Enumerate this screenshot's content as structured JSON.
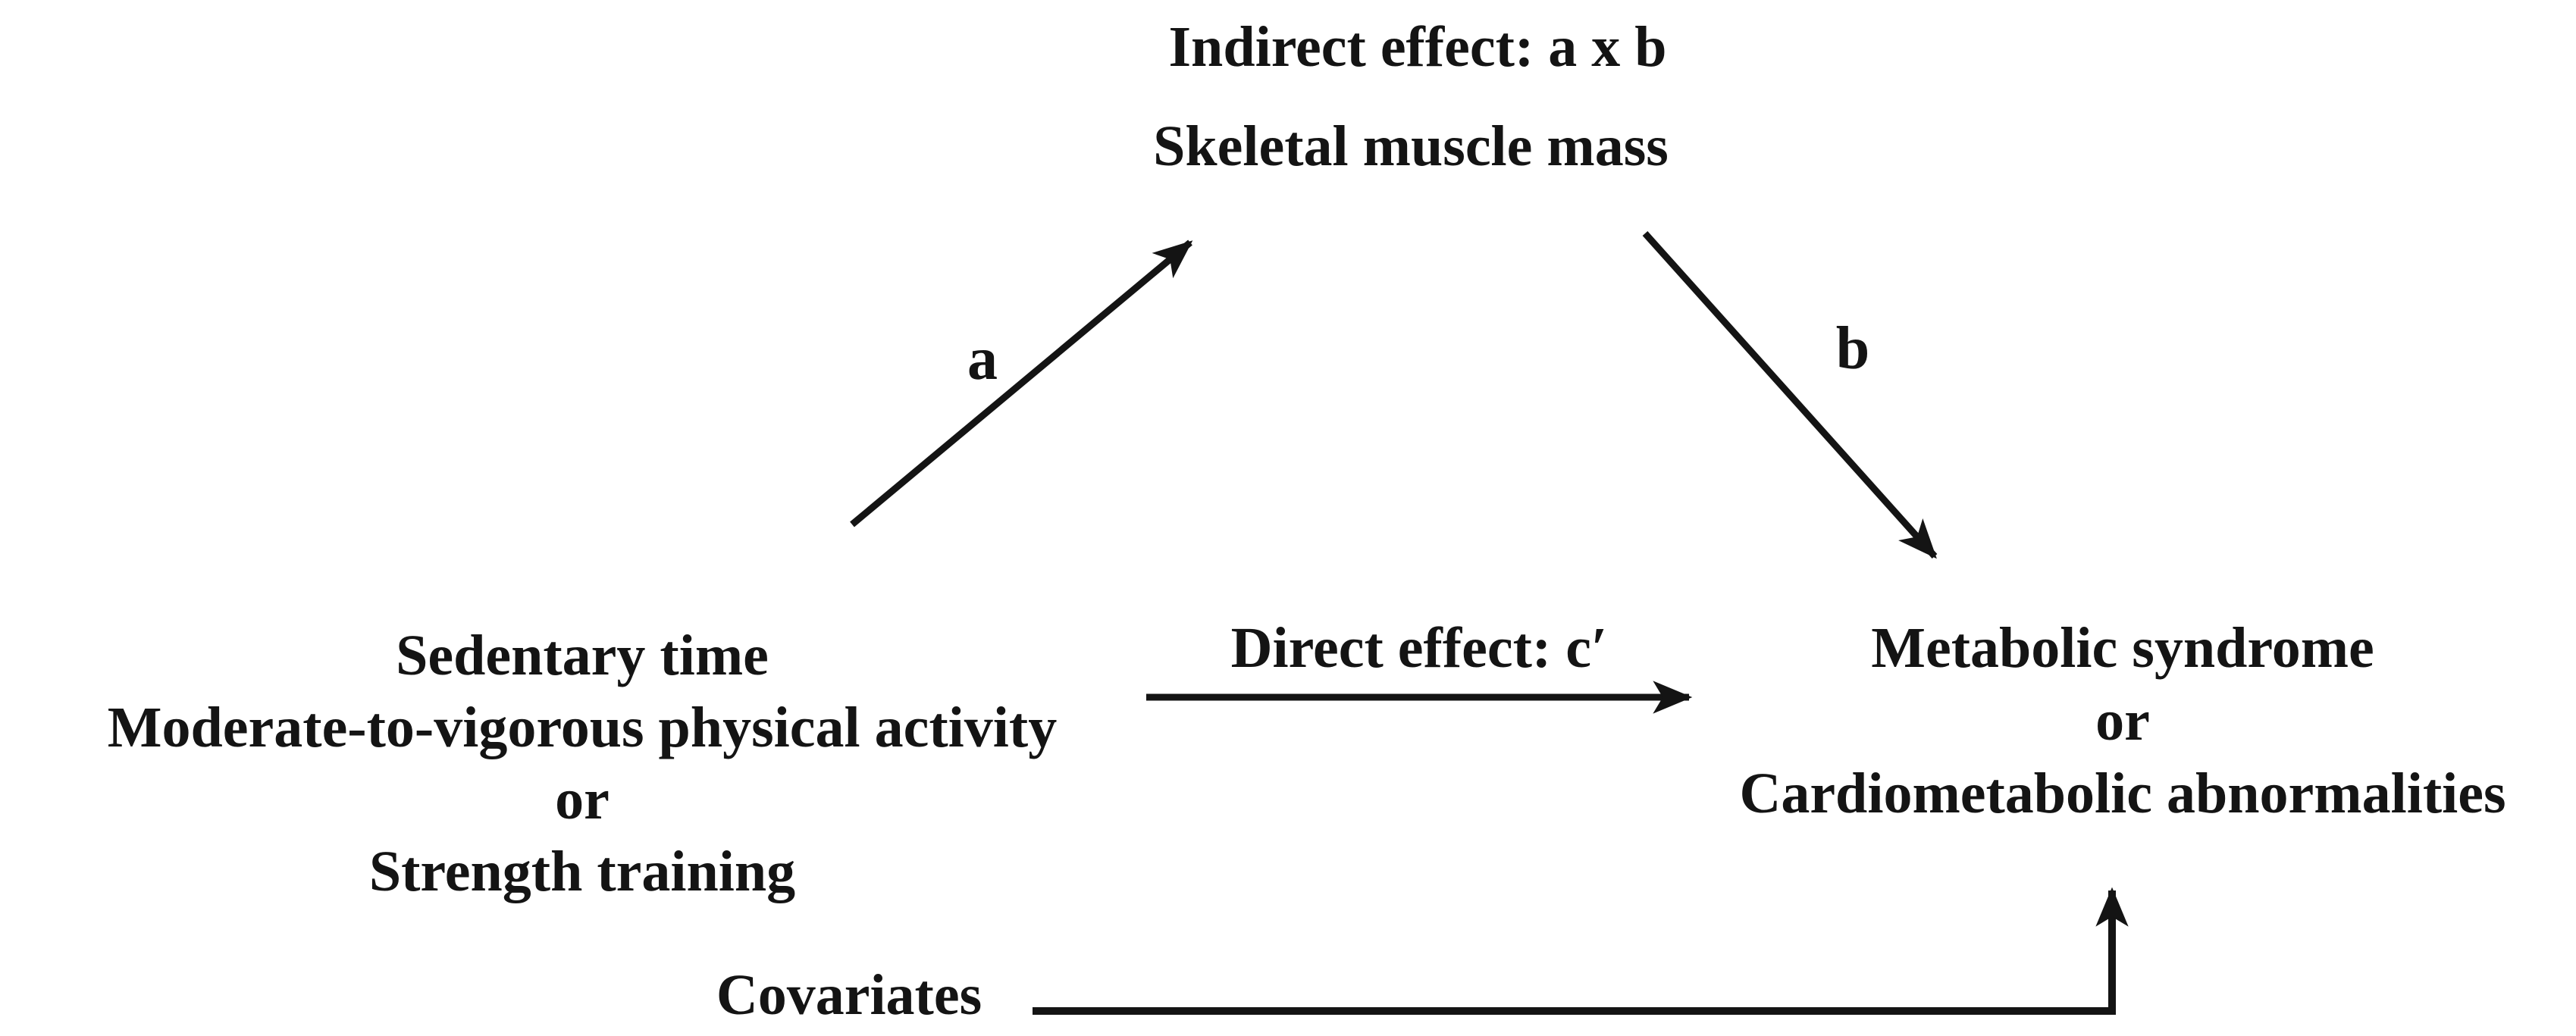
{
  "figure": {
    "background_color": "#ffffff",
    "text_color": "#141414",
    "arrow_color": "#141414",
    "indirect_effect_label": "Indirect effect: a x b",
    "mediator_label": "Skeletal muscle mass",
    "path_a_label": "a",
    "path_b_label": "b",
    "direct_effect_label": "Direct effect: c′",
    "exposure_lines": [
      "Sedentary time",
      "Moderate-to-vigorous physical activity",
      "or",
      "Strength training"
    ],
    "outcome_lines": [
      "Metabolic syndrome",
      "or",
      "Cardiometabolic abnormalities"
    ],
    "covariates_label": "Covariates",
    "edges": [
      {
        "from": "exposure-block",
        "to": "mediator",
        "label": "a"
      },
      {
        "from": "mediator",
        "to": "outcome-block",
        "label": "b"
      },
      {
        "from": "exposure-block",
        "to": "outcome-block",
        "label": "Direct effect: c′"
      },
      {
        "from": "covariates",
        "to": "outcome-block",
        "label": ""
      }
    ]
  }
}
